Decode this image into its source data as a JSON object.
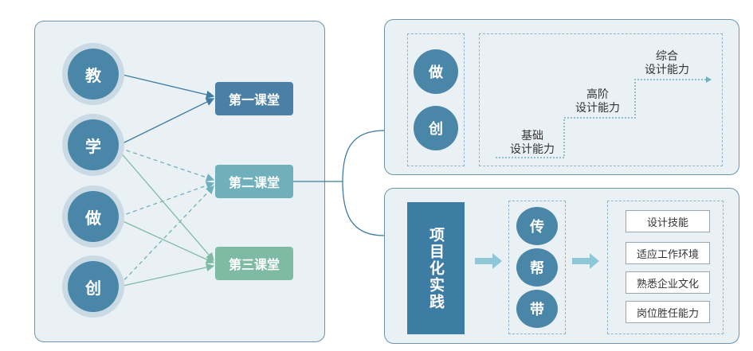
{
  "left": {
    "nodes": [
      {
        "label": "教"
      },
      {
        "label": "学"
      },
      {
        "label": "做"
      },
      {
        "label": "创"
      }
    ],
    "classes": [
      {
        "label": "第一课堂",
        "color": "#4a80a6"
      },
      {
        "label": "第二课堂",
        "color": "#6fb0bc"
      },
      {
        "label": "第三课堂",
        "color": "#7fbaa5"
      }
    ]
  },
  "top_right": {
    "nodes": [
      {
        "label": "做"
      },
      {
        "label": "创"
      }
    ],
    "steps": [
      {
        "line1": "基础",
        "line2": "设计能力"
      },
      {
        "line1": "高阶",
        "line2": "设计能力"
      },
      {
        "line1": "综合",
        "line2": "设计能力"
      }
    ]
  },
  "bottom_right": {
    "practice_title": "项目化实践",
    "methods": [
      {
        "label": "传"
      },
      {
        "label": "帮"
      },
      {
        "label": "带"
      }
    ],
    "skills": [
      {
        "label": "设计技能"
      },
      {
        "label": "适应工作环境"
      },
      {
        "label": "熟悉企业文化"
      },
      {
        "label": "岗位胜任能力"
      }
    ]
  },
  "colors": {
    "panel_border": "#6a95b2",
    "panel_bg": "#eaf1f5",
    "node_blue": "#4a86a8",
    "arrow": "#8ec7d8"
  }
}
